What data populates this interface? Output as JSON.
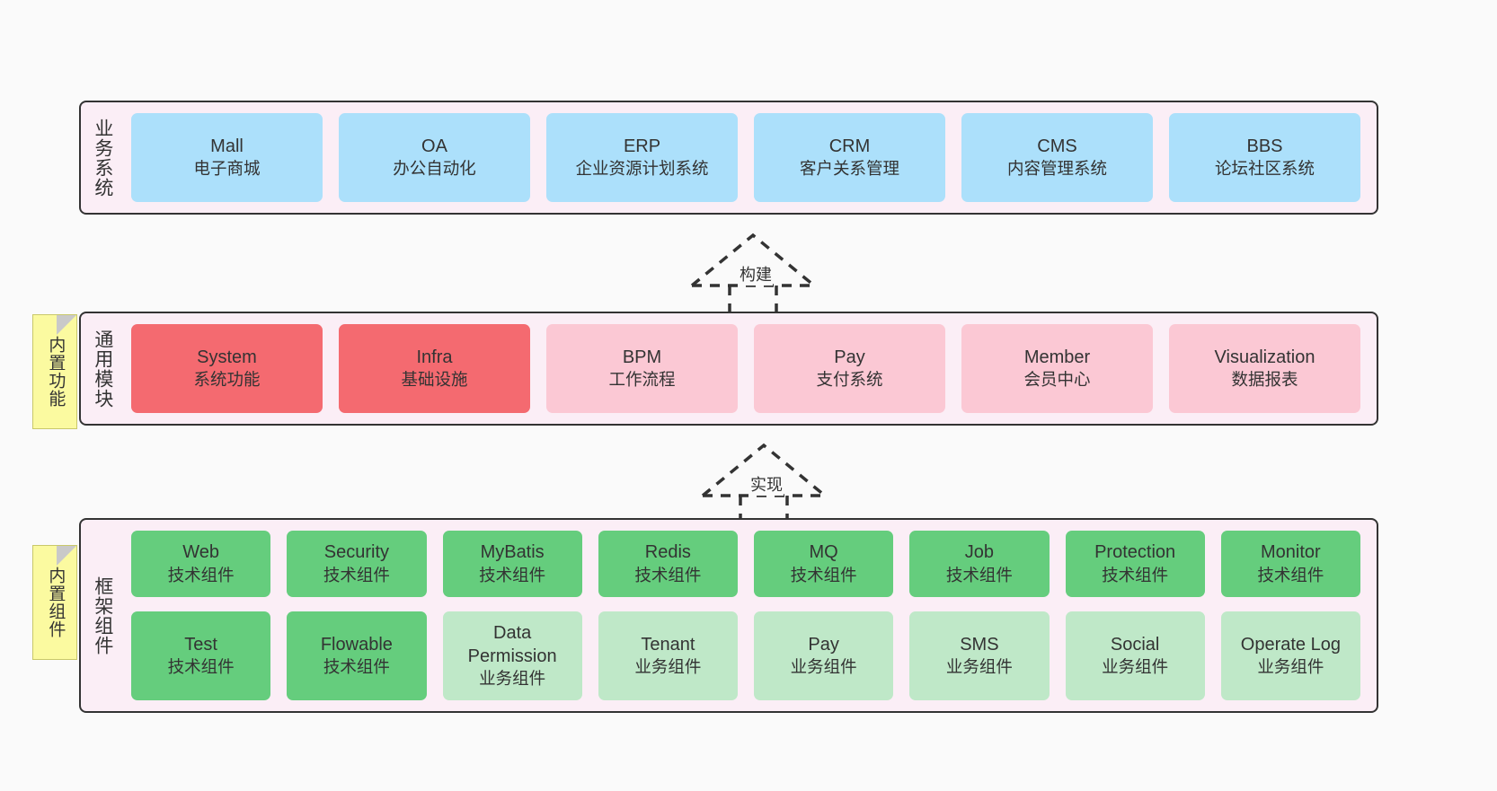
{
  "diagram": {
    "background_color": "#fafafa",
    "layer_fill": "#fbeef6",
    "layer_border": "#333333",
    "note_fill": "#fbfaa0"
  },
  "layers": [
    {
      "id": "business",
      "title": "业务系统",
      "note": null,
      "rows": [
        {
          "cells": [
            {
              "en": "Mall",
              "cn": "电子商城",
              "color": "#ace0fb",
              "style": "c-blue"
            },
            {
              "en": "OA",
              "cn": "办公自动化",
              "color": "#ace0fb",
              "style": "c-blue"
            },
            {
              "en": "ERP",
              "cn": "企业资源计划系统",
              "color": "#ace0fb",
              "style": "c-blue"
            },
            {
              "en": "CRM",
              "cn": "客户关系管理",
              "color": "#ace0fb",
              "style": "c-blue"
            },
            {
              "en": "CMS",
              "cn": "内容管理系统",
              "color": "#ace0fb",
              "style": "c-blue"
            },
            {
              "en": "BBS",
              "cn": "论坛社区系统",
              "color": "#ace0fb",
              "style": "c-blue"
            }
          ]
        }
      ]
    },
    {
      "id": "modules",
      "title": "通用模块",
      "note": "内置功能",
      "rows": [
        {
          "cells": [
            {
              "en": "System",
              "cn": "系统功能",
              "color": "#f46a70",
              "style": "c-red"
            },
            {
              "en": "Infra",
              "cn": "基础设施",
              "color": "#f46a70",
              "style": "c-red"
            },
            {
              "en": "BPM",
              "cn": "工作流程",
              "color": "#fbc8d4",
              "style": "c-pink"
            },
            {
              "en": "Pay",
              "cn": "支付系统",
              "color": "#fbc8d4",
              "style": "c-pink"
            },
            {
              "en": "Member",
              "cn": "会员中心",
              "color": "#fbc8d4",
              "style": "c-pink"
            },
            {
              "en": "Visualization",
              "cn": "数据报表",
              "color": "#fbc8d4",
              "style": "c-pink"
            }
          ]
        }
      ]
    },
    {
      "id": "framework",
      "title": "框架组件",
      "note": "内置组件",
      "rows": [
        {
          "cells": [
            {
              "en": "Web",
              "cn": "技术组件",
              "color": "#65cd7d",
              "style": "c-green"
            },
            {
              "en": "Security",
              "cn": "技术组件",
              "color": "#65cd7d",
              "style": "c-green"
            },
            {
              "en": "MyBatis",
              "cn": "技术组件",
              "color": "#65cd7d",
              "style": "c-green"
            },
            {
              "en": "Redis",
              "cn": "技术组件",
              "color": "#65cd7d",
              "style": "c-green"
            },
            {
              "en": "MQ",
              "cn": "技术组件",
              "color": "#65cd7d",
              "style": "c-green"
            },
            {
              "en": "Job",
              "cn": "技术组件",
              "color": "#65cd7d",
              "style": "c-green"
            },
            {
              "en": "Protection",
              "cn": "技术组件",
              "color": "#65cd7d",
              "style": "c-green"
            },
            {
              "en": "Monitor",
              "cn": "技术组件",
              "color": "#65cd7d",
              "style": "c-green"
            }
          ]
        },
        {
          "cells": [
            {
              "en": "Test",
              "cn": "技术组件",
              "color": "#65cd7d",
              "style": "c-green"
            },
            {
              "en": "Flowable",
              "cn": "技术组件",
              "color": "#65cd7d",
              "style": "c-green"
            },
            {
              "en": "Data Permission",
              "cn": "业务组件",
              "color": "#bfe8c8",
              "style": "c-green-light"
            },
            {
              "en": "Tenant",
              "cn": "业务组件",
              "color": "#bfe8c8",
              "style": "c-green-light"
            },
            {
              "en": "Pay",
              "cn": "业务组件",
              "color": "#bfe8c8",
              "style": "c-green-light"
            },
            {
              "en": "SMS",
              "cn": "业务组件",
              "color": "#bfe8c8",
              "style": "c-green-light"
            },
            {
              "en": "Social",
              "cn": "业务组件",
              "color": "#bfe8c8",
              "style": "c-green-light"
            },
            {
              "en": "Operate Log",
              "cn": "业务组件",
              "color": "#bfe8c8",
              "style": "c-green-light"
            }
          ]
        }
      ]
    }
  ],
  "connectors": [
    {
      "id": "build",
      "label": "构建",
      "from": "modules",
      "to": "business",
      "style": "dashed-generalization"
    },
    {
      "id": "implement",
      "label": "实现",
      "from": "framework",
      "to": "modules",
      "style": "dashed-generalization"
    }
  ]
}
